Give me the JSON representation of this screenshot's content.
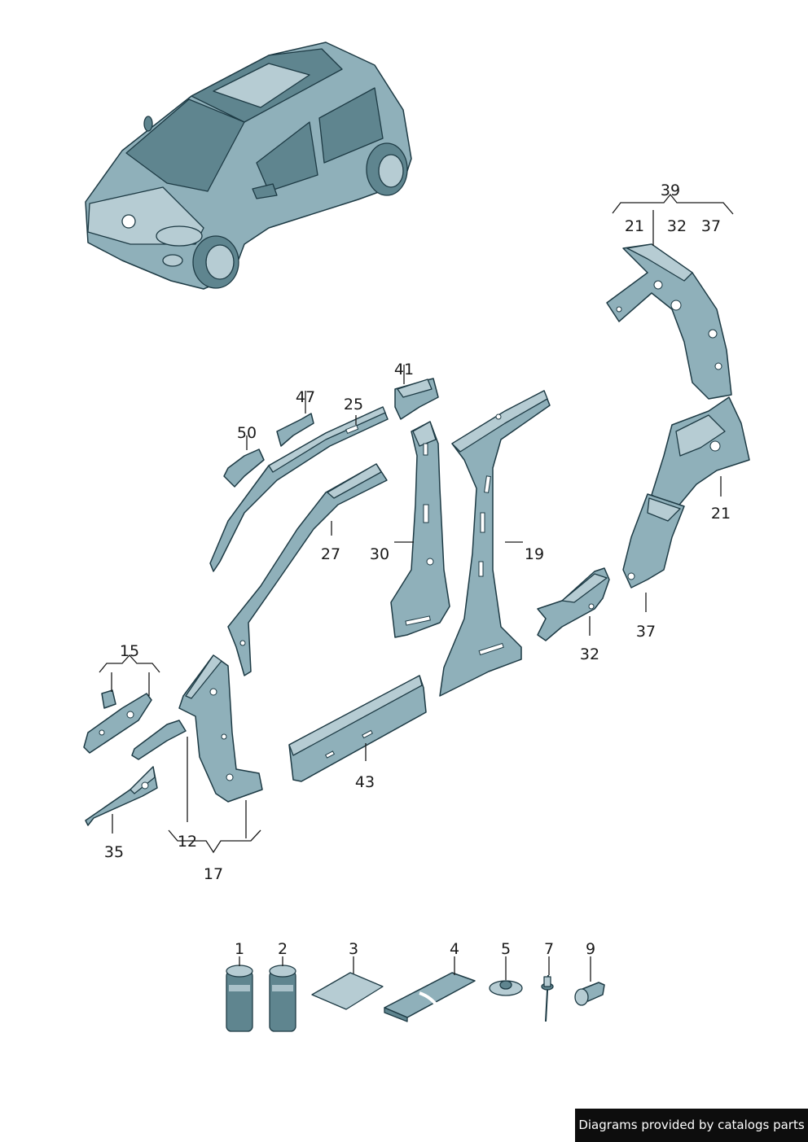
{
  "labels": {
    "l39": "39",
    "l21a": "21",
    "l32a": "32",
    "l37a": "37",
    "l41": "41",
    "l47": "47",
    "l25": "25",
    "l50": "50",
    "l27": "27",
    "l30": "30",
    "l19": "19",
    "l21b": "21",
    "l37b": "37",
    "l32b": "32",
    "l15": "15",
    "l12": "12",
    "l17": "17",
    "l35": "35",
    "l43": "43",
    "l1": "1",
    "l2": "2",
    "l3": "3",
    "l4": "4",
    "l5": "5",
    "l7": "7",
    "l9": "9"
  },
  "credit": "Diagrams provided by catalogs parts",
  "colors": {
    "body": "#8fb0ba",
    "outline": "#1d3a44",
    "light": "#b6ccd3",
    "dark": "#5f858f"
  }
}
